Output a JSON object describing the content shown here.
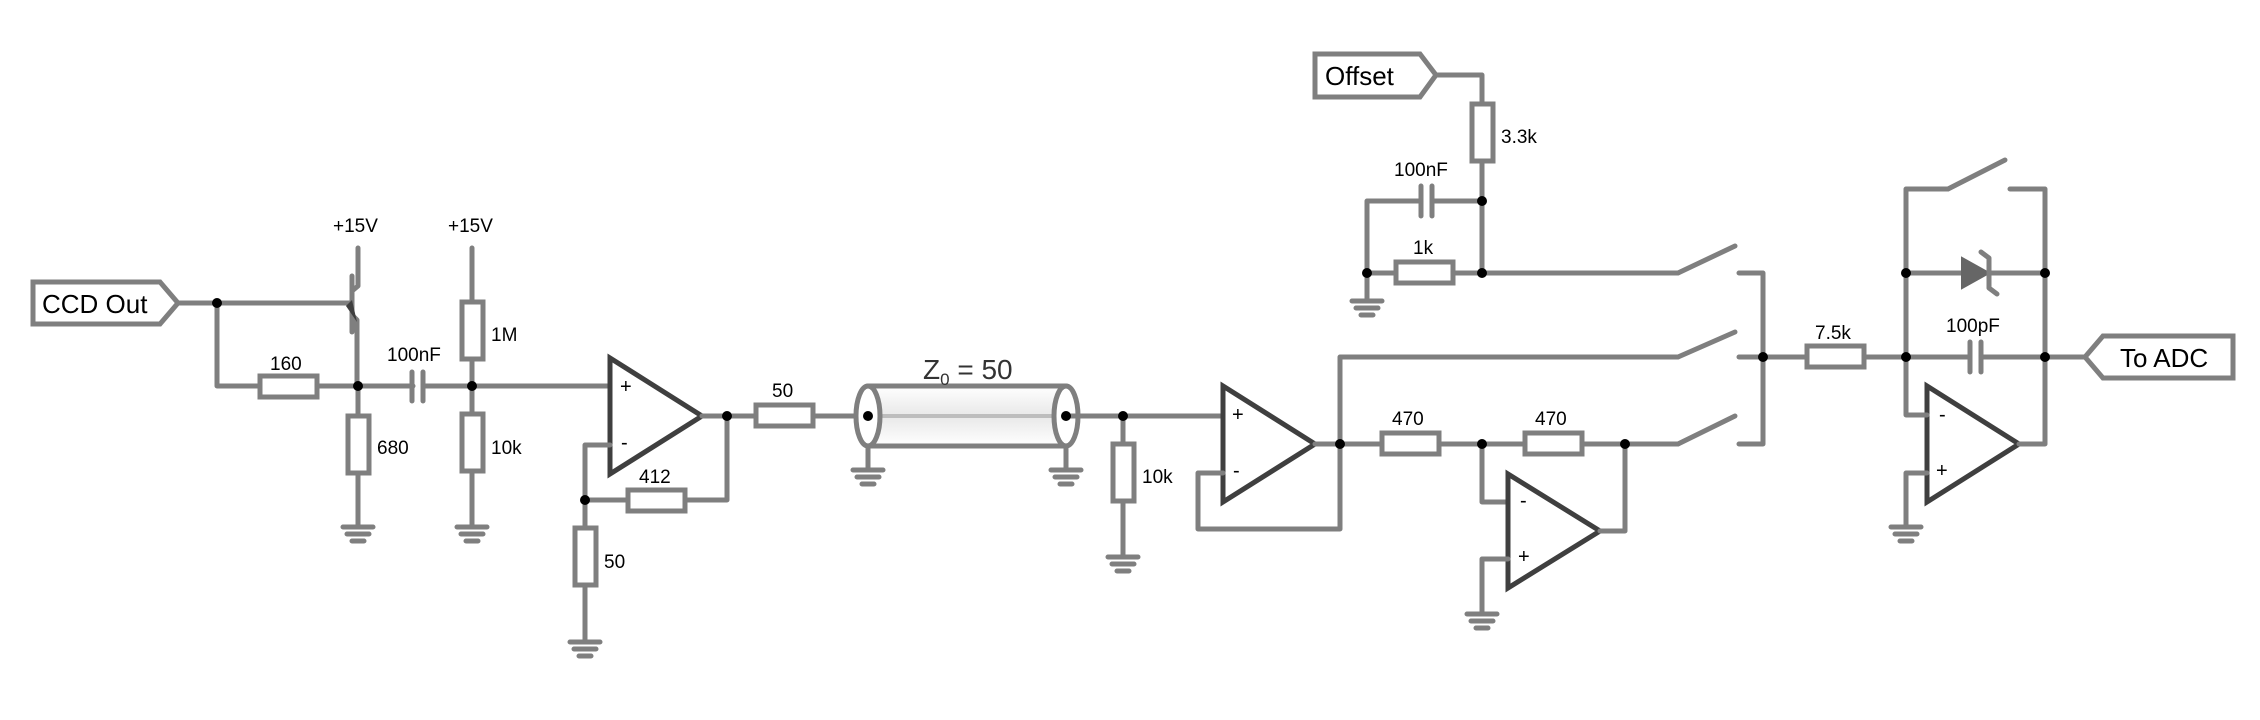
{
  "ports": {
    "ccd_out": "CCD Out",
    "offset": "Offset",
    "to_adc": "To ADC"
  },
  "supplies": {
    "transistor": "+15V",
    "bias": "+15V"
  },
  "components": {
    "r_input": "160",
    "r_emitter": "680",
    "c_coupling": "100nF",
    "r_bias_top": "1M",
    "r_bias_bottom": "10k",
    "r_gain_ground": "50",
    "r_feedback": "412",
    "r_series": "50",
    "r_termination": "10k",
    "r_inv_in": "470",
    "r_inv_fb": "470",
    "r_offset": "3.3k",
    "c_offset": "100nF",
    "r_offset_ground": "1k",
    "r_integrator": "7.5k",
    "c_integrator": "100pF"
  },
  "cable": {
    "label": "Z",
    "subscript": "0",
    "value": "= 50"
  },
  "opamp_signs": {
    "plus": "+",
    "minus": "-"
  },
  "colors": {
    "wire": "#7f7f7f",
    "opamp": "#3f3f3f",
    "junction": "#000000"
  }
}
